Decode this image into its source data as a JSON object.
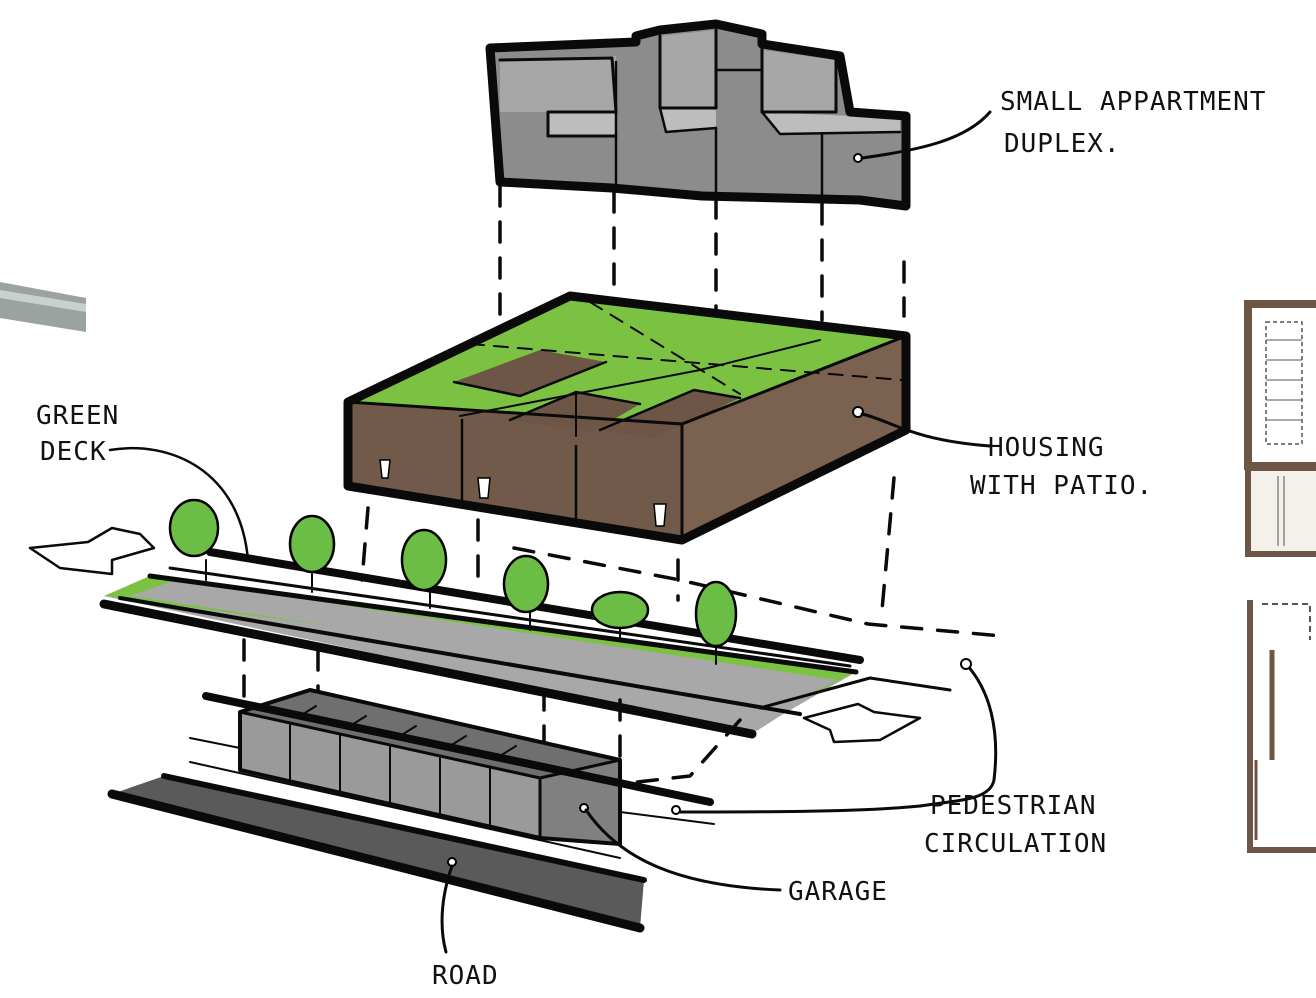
{
  "labels": {
    "duplex_line1": "SMALL APPARTMENT",
    "duplex_line2": "DUPLEX.",
    "housing_line1": "HOUSING",
    "housing_line2": "WITH PATIO.",
    "green_deck_line1": "GREEN",
    "green_deck_line2": "DECK",
    "pedestrian_line1": "PEDESTRIAN",
    "pedestrian_line2": "CIRCULATION",
    "garage": "GARAGE",
    "road": "ROAD"
  },
  "colors": {
    "duplex_fill": "#8c8c8c",
    "duplex_top": "#a9a9a9",
    "housing_wall": "#6e5646",
    "green": "#7cc242",
    "tree": "#6cbd45",
    "path_grey": "#a8a8a8",
    "garage_fill": "#8a8a8a",
    "road": "#5a5a5a",
    "ink": "#0a0a0a"
  }
}
